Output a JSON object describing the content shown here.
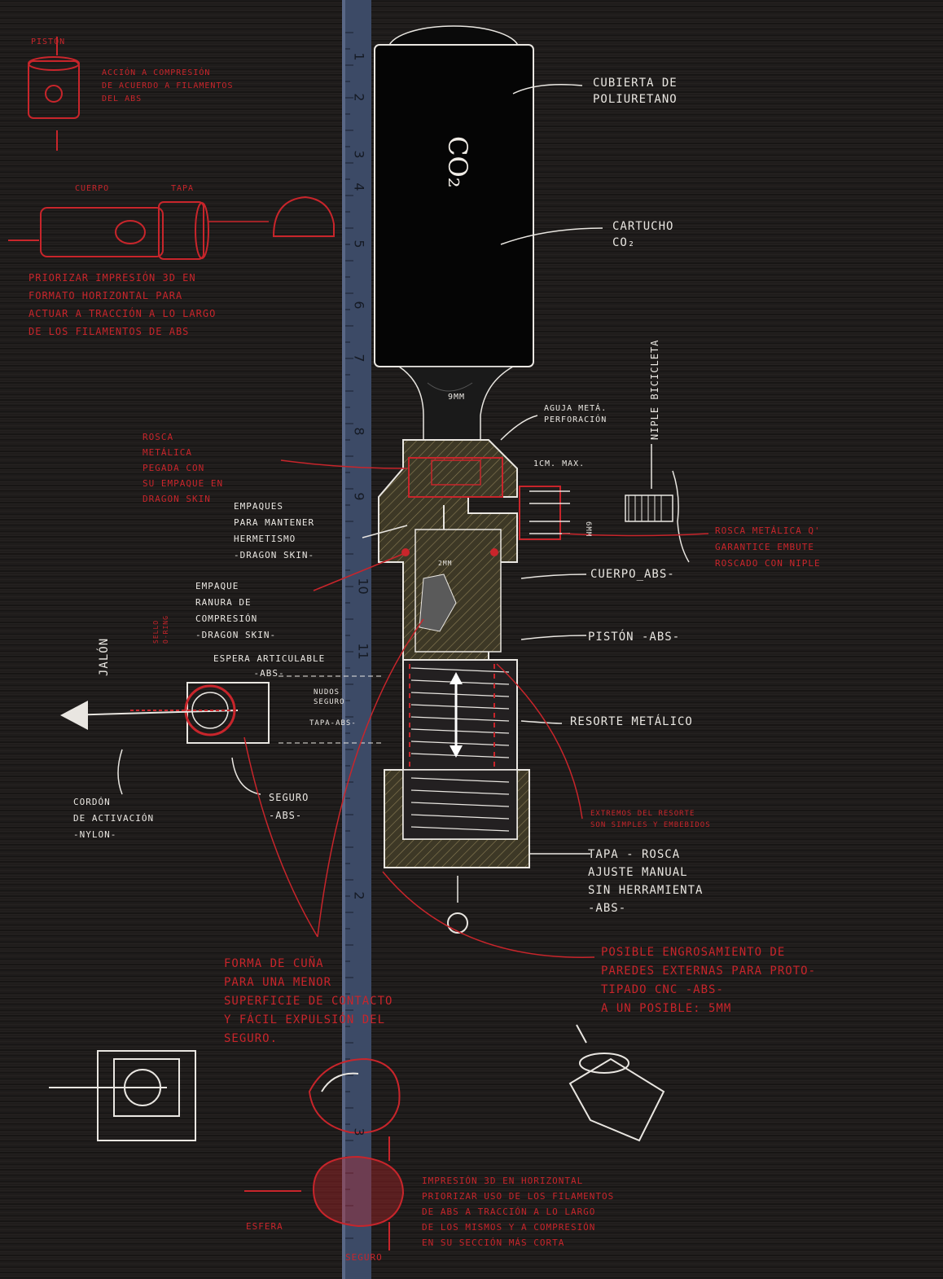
{
  "labels": {
    "piston_top": "PISTÓN",
    "piston_note": "ACCIÓN A COMPRESIÓN\nDE ACUERDO A FILAMENTOS\nDEL ABS",
    "body_label": "CUERPO",
    "cap_label": "TAPA",
    "print_note": "PRIORIZAR IMPRESIÓN 3D EN\nFORMATO HORIZONTAL PARA\nACTUAR A TRACCIÓN A LO LARGO\nDE LOS FILAMENTOS DE ABS",
    "cover": "CUBIERTA DE\nPOLIURETANO",
    "cartridge": "CARTUCHO\nCO₂",
    "co2": "CO₂",
    "nipple": "NIPLE BICICLETA",
    "needle": "AGUJA METÁ.\nPERFORACIÓN",
    "neck": "9MM",
    "thread": "ROSCA\nMETÁLICA\nPEGADA CON\nSU EMPAQUE EN\nDRAGON SKIN",
    "max": "1CM. MAX.",
    "seals": "EMPAQUES\nPARA MANTENER\nHERMETISMO\n-DRAGON SKIN-",
    "thread2": "ROSCA METÁLICA Q'\nGARANTICE EMBUTE\nROSCADO CON NIPLE",
    "body_abs": "CUERPO_ABS-",
    "gap": "2MM",
    "side": "6MM",
    "gasket": "EMPAQUE\nRANURA DE\nCOMPRESIÓN\n-DRAGON SKIN-",
    "sello": "SELLO\nO-RING",
    "piston_abs": "PISTÓN -ABS-",
    "jalon": "JALÓN",
    "sphere": "ESPERA ARTICULABLE\n-ABS-",
    "knots": "NUDOS\nSEGURO",
    "tapa_abs": "TAPA-ABS-",
    "spring": "RESORTE METÁLICO",
    "cord": "CORDÓN\nDE ACTIVACIÓN\n-NYLON-",
    "seguro": "SEGURO\n-ABS-",
    "spring_ends": "EXTREMOS DEL RESORTE\nSON SIMPLES Y EMBEBIDOS",
    "cap_thread": "TAPA - ROSCA\nAJUSTE MANUAL\nSIN HERRAMIENTA\n-ABS-",
    "wedge": "FORMA DE CUÑA\nPARA UNA MENOR\nSUPERFICIE DE CONTACTO\nY FÁCIL EXPULSIÓN DEL\nSEGURO.",
    "thicken": "POSIBLE ENGROSAMIENTO DE\nPAREDES EXTERNAS PARA PROTO-\nTIPADO CNC -ABS-\nA UN POSIBLE: 5MM",
    "print_note2": "IMPRESIÓN 3D EN HORIZONTAL\nPRIORIZAR USO DE LOS FILAMENTOS\nDE ABS A TRACCIÓN A LO LARGO\nDE LOS MISMOS Y A COMPRESIÓN\nEN SU SECCIÓN MÁS CORTA",
    "esfera": "ESFERA",
    "seguro_bottom": "SEGURO"
  },
  "ruler": {
    "numbers": [
      "1",
      "2",
      "3",
      "4",
      "5",
      "6",
      "7",
      "8",
      "9",
      "10",
      "11",
      "2",
      "3"
    ]
  },
  "colors": {
    "background": "#1f1c1b",
    "chalk": "#e9e6e1",
    "red": "#c8252b",
    "ruler": "#3c4a66",
    "body_fill": "#3d3826",
    "cartridge": "#050505"
  }
}
